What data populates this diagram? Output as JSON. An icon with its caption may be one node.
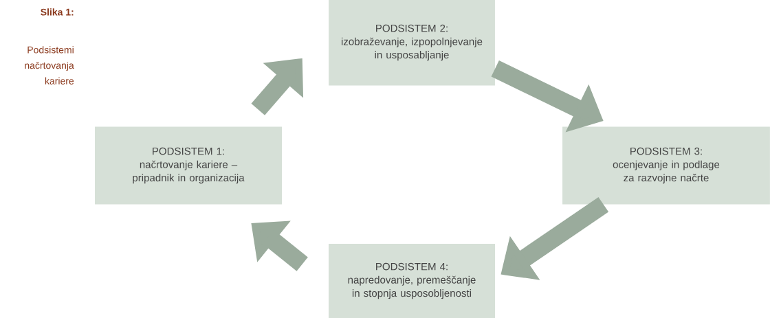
{
  "diagram": {
    "title": "Slika 1:",
    "caption": "Podsistemi načrtovanja kariere",
    "nodes": [
      {
        "text": [
          "PODSISTEM 1:",
          "načrtovanje kariere – pripadnik in organizacija"
        ]
      },
      {
        "text": [
          "PODSISTEM 2:",
          "izobraževanje, izpopolnjevanje in usposabljanje"
        ]
      },
      {
        "text": [
          "PODSISTEM 3:",
          "ocenjevanje in podlage za razvojne načrte"
        ]
      },
      {
        "text": [
          "PODSISTEM 4:",
          "napredovanje, premeščanje in stopnja usposobljenosti"
        ]
      }
    ],
    "edges": [
      {
        "from": 0,
        "to": 1,
        "arrow": "to"
      },
      {
        "from": 1,
        "to": 2,
        "arrow": "to"
      },
      {
        "from": 2,
        "to": 3,
        "arrow": "to"
      },
      {
        "from": 3,
        "to": 0,
        "arrow": "to"
      }
    ]
  }
}
